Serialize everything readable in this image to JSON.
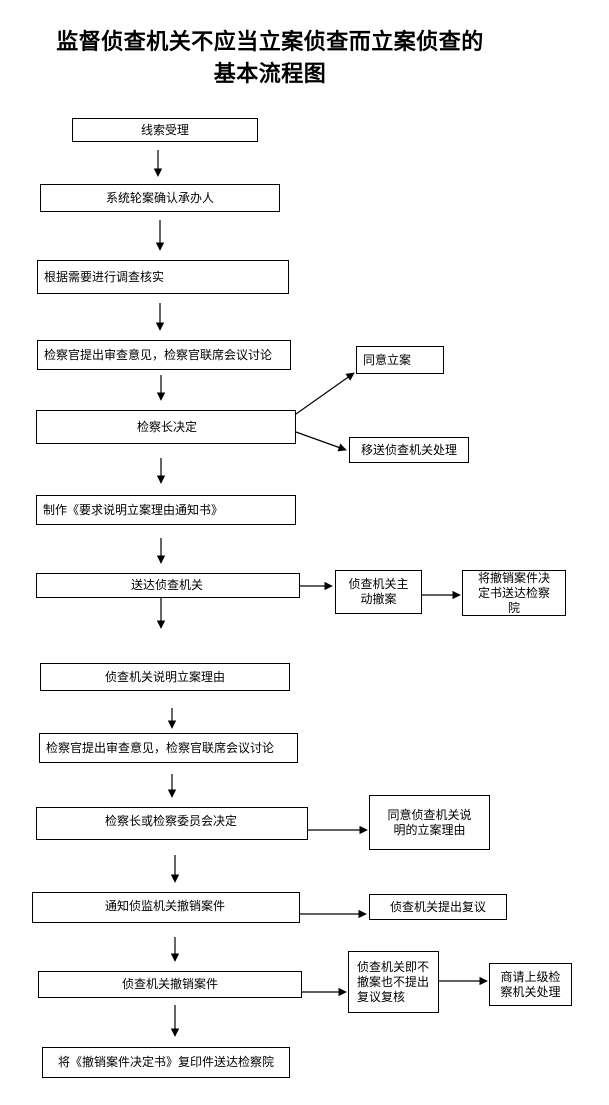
{
  "title": {
    "line1": "监督侦查机关不应当立案侦查而立案侦查的",
    "line2": "基本流程图"
  },
  "nodes": {
    "n1": "线索受理",
    "n2": "系统轮案确认承办人",
    "n3": "根据需要进行调查核实",
    "n4": "检察官提出审查意见，检察官联席会议讨论",
    "n5": "检察长决定",
    "n5a": "同意立案",
    "n5b": "移送侦查机关处理",
    "n6": "制作《要求说明立案理由通知书》",
    "n7": "送达侦查机关",
    "n7a": "侦查机关主动撤案",
    "n7b": "将撤销案件决定书送达检察院",
    "n8": "侦查机关说明立案理由",
    "n9": "检察官提出审查意见，检察官联席会议讨论",
    "n10": "检察长或检察委员会决定",
    "n10a": "同意侦查机关说明的立案理由",
    "n11": "通知侦监机关撤销案件",
    "n11a": "侦查机关提出复议",
    "n12": "侦查机关撤销案件",
    "n12a": "侦查机关即不撤案也不提出复议复核",
    "n12b": "商请上级检察机关处理",
    "n13": "将《撤销案件决定书》复印件送达检察院"
  }
}
